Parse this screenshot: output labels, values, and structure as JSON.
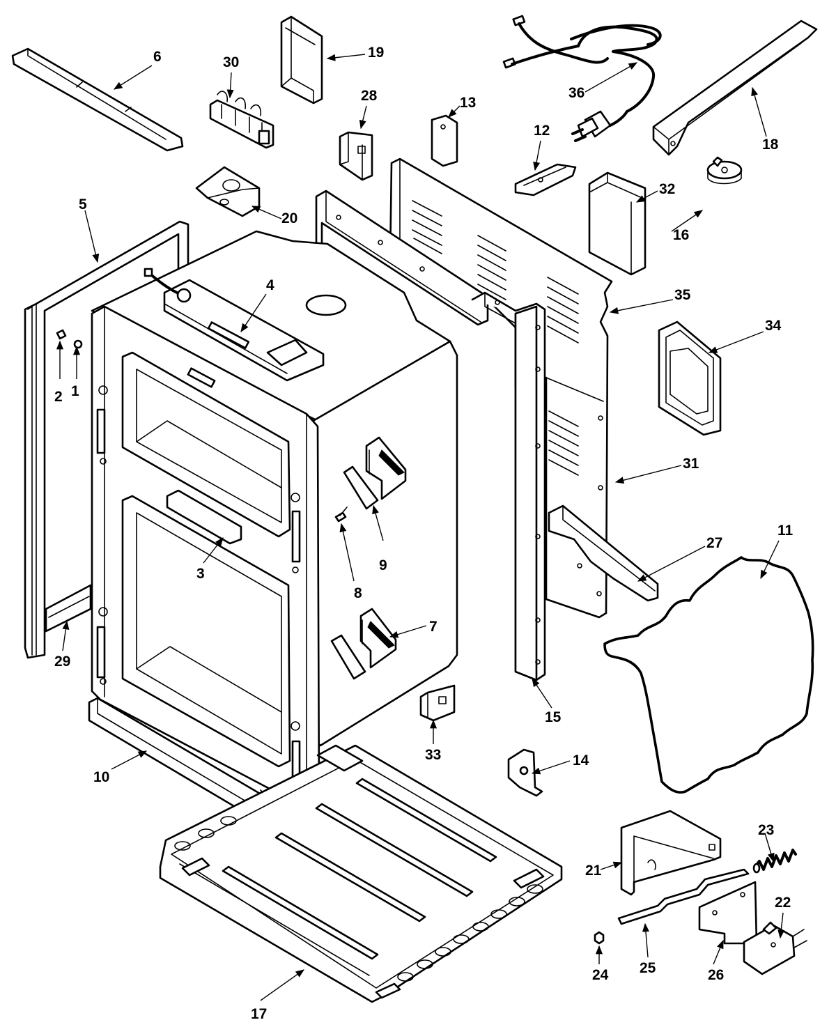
{
  "callouts": [
    {
      "id": "c1",
      "text": "1"
    },
    {
      "id": "c2",
      "text": "2"
    },
    {
      "id": "c3",
      "text": "3"
    },
    {
      "id": "c4",
      "text": "4"
    },
    {
      "id": "c5",
      "text": "5"
    },
    {
      "id": "c6",
      "text": "6"
    },
    {
      "id": "c7",
      "text": "7"
    },
    {
      "id": "c8",
      "text": "8"
    },
    {
      "id": "c9",
      "text": "9"
    },
    {
      "id": "c10",
      "text": "10"
    },
    {
      "id": "c11",
      "text": "11"
    },
    {
      "id": "c12",
      "text": "12"
    },
    {
      "id": "c13",
      "text": "13"
    },
    {
      "id": "c14",
      "text": "14"
    },
    {
      "id": "c15",
      "text": "15"
    },
    {
      "id": "c16",
      "text": "16"
    },
    {
      "id": "c17",
      "text": "17"
    },
    {
      "id": "c18",
      "text": "18"
    },
    {
      "id": "c19",
      "text": "19"
    },
    {
      "id": "c20",
      "text": "20"
    },
    {
      "id": "c21",
      "text": "21"
    },
    {
      "id": "c22",
      "text": "22"
    },
    {
      "id": "c23",
      "text": "23"
    },
    {
      "id": "c24",
      "text": "24"
    },
    {
      "id": "c25",
      "text": "25"
    },
    {
      "id": "c26",
      "text": "26"
    },
    {
      "id": "c27",
      "text": "27"
    },
    {
      "id": "c28",
      "text": "28"
    },
    {
      "id": "c29",
      "text": "29"
    },
    {
      "id": "c30",
      "text": "30"
    },
    {
      "id": "c31",
      "text": "31"
    },
    {
      "id": "c32",
      "text": "32"
    },
    {
      "id": "c33",
      "text": "33"
    },
    {
      "id": "c34",
      "text": "34"
    },
    {
      "id": "c35",
      "text": "35"
    },
    {
      "id": "c36",
      "text": "36"
    }
  ]
}
